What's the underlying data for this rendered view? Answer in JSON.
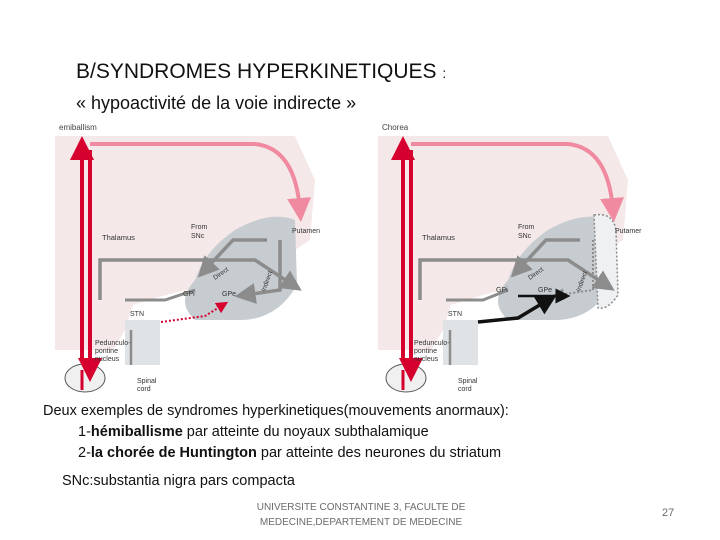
{
  "slide": {
    "title_main": "B/SYNDROMES HYPERKINETIQUES",
    "title_colon": ":",
    "subtitle": "« hypoactivité de la voie indirecte »",
    "description": "Deux exemples de syndromes hyperkinetiques(mouvements anormaux):",
    "items": [
      {
        "num": "1-",
        "bold": "hémiballisme",
        "rest": " par atteinte du noyaux subthalamique"
      },
      {
        "num": "2-",
        "bold": "la chorée de Huntington",
        "rest": " par atteinte des neurones du striatum"
      }
    ],
    "snc_note": "SNc:substantia nigra pars compacta",
    "footer": "UNIVERSITE CONSTANTINE 3, FACULTE DE MEDECINE,DEPARTEMENT DE MEDECINE",
    "page_number": "27"
  },
  "diagrams": [
    {
      "panel_label": "emiballism",
      "labels": {
        "thalamus": "Thalamus",
        "from_snc_1": "From",
        "from_snc_2": "SNc",
        "putamen": "Putamen",
        "direct": "Direct",
        "indirect": "Indirect",
        "gpi": "GPi",
        "gpe": "GPe",
        "stn": "STN",
        "pedunculo_1": "Pedunculo-",
        "pedunculo_2": "pontine",
        "pedunculo_3": "nucleus",
        "spinal_1": "Spinal",
        "spinal_2": "cord"
      }
    },
    {
      "panel_label": "Chorea",
      "labels": {
        "thalamus": "Thalamus",
        "from_snc_1": "From",
        "from_snc_2": "SNc",
        "putamen": "Putamer",
        "direct": "Direct",
        "indirect": "Indirect",
        "gpi": "GPi",
        "gpe": "GPe",
        "stn": "STN",
        "pedunculo_1": "Pedunculo-",
        "pedunculo_2": "pontine",
        "pedunculo_3": "nucleus",
        "spinal_1": "Spinal",
        "spinal_2": "cord"
      }
    }
  ],
  "colors": {
    "red_path": "#d6002f",
    "pink_path": "#f08aa0",
    "gray_path": "#8c8c8c",
    "region_gray": "#c6ccd0",
    "brain_pink": "#f5e8e8"
  }
}
